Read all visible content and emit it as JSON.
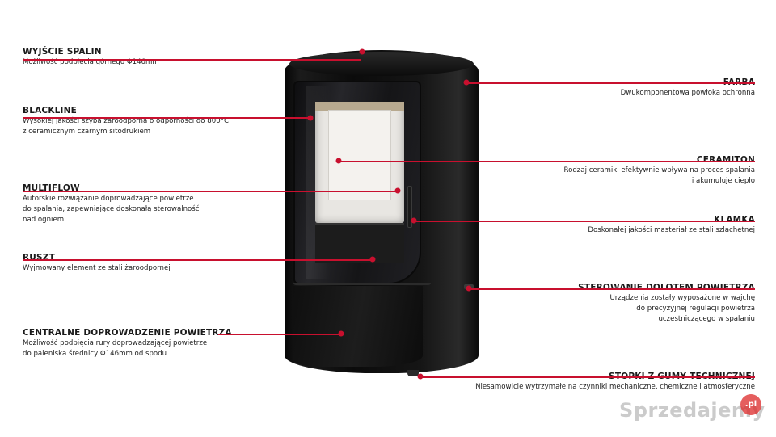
{
  "colors": {
    "accent": "#c8102e",
    "stove": "#111111"
  },
  "callouts": {
    "wyjscie": {
      "title": "WYJŚCIE SPALIN",
      "desc": [
        "Możliwość podpięcia górnego Φ146mm"
      ]
    },
    "blackline": {
      "title": "BLACKLINE",
      "desc": [
        "Wysokiej jakości szyba żaroodporna o odporności do 800°C",
        "z ceramicznym czarnym sitodrukiem"
      ]
    },
    "multiflow": {
      "title": "MULTIFLOW",
      "desc": [
        "Autorskie rozwiązanie doprowadzające powietrze",
        "do spalania, zapewniające doskonałą sterowalność",
        "nad ogniem"
      ]
    },
    "ruszt": {
      "title": "RUSZT",
      "desc": [
        "Wyjmowany element ze stali żaroodpornej"
      ]
    },
    "centralne": {
      "title": "CENTRALNE DOPROWADZENIE POWIETRZA",
      "desc": [
        "Możliwość podpięcia rury doprowadzającej powietrze",
        "do paleniska średnicy Φ146mm od spodu"
      ]
    },
    "farba": {
      "title": "FARBA",
      "desc": [
        "Dwukomponentowa powłoka ochronna"
      ]
    },
    "ceramiton": {
      "title": "CERAMITON",
      "desc": [
        "Rodzaj ceramiki efektywnie wpływa na proces spalania",
        "i akumuluje ciepło"
      ]
    },
    "klamka": {
      "title": "KLAMKA",
      "desc": [
        "Doskonałej jakości masteriał ze stali szlachetnej"
      ]
    },
    "sterowanie": {
      "title": "STEROWANIE DOLOTEM POWIETRZA",
      "desc": [
        "Urządzenia zostały wyposażone w wajchę",
        "do precyzyjnej regulacji powietrza",
        "uczestniczącego w spalaniu"
      ]
    },
    "stopki": {
      "title": "STOPKI Z GUMY TECHNICZNEJ",
      "desc": [
        "Niesamowicie wytrzymałe na czynniki mechaniczne, chemiczne i atmosferyczne"
      ]
    }
  },
  "watermark": {
    "text": "Sprzedajemy",
    "badge": ".pl"
  }
}
